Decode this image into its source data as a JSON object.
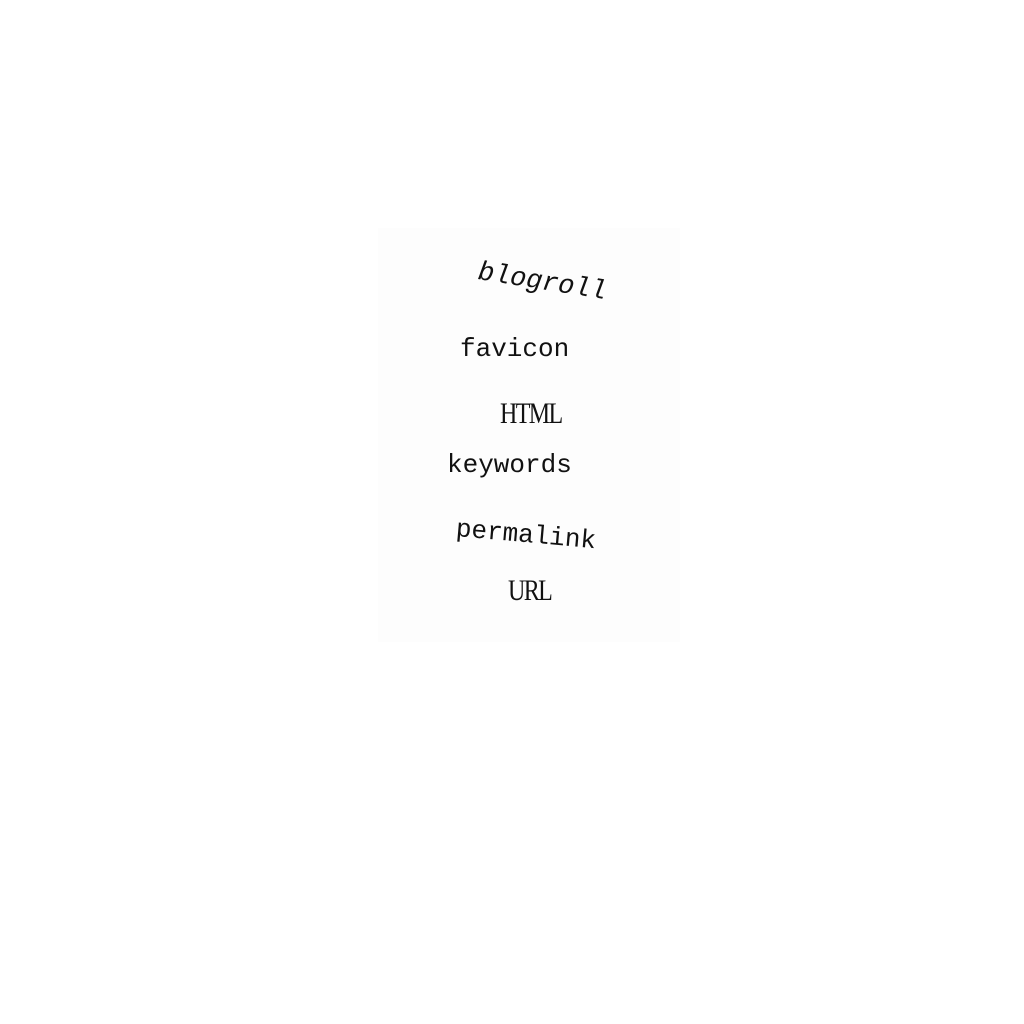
{
  "words": [
    "blogroll",
    "favicon",
    "HTML",
    "keywords",
    "permalink",
    "URL"
  ]
}
